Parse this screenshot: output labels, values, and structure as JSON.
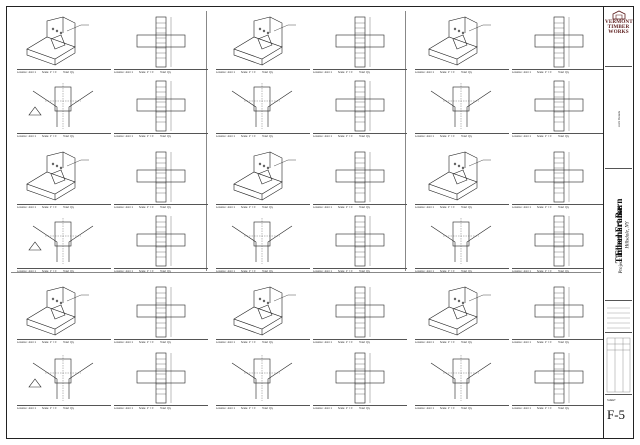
{
  "company": {
    "name_line1": "VERMONT",
    "name_line2": "TIMBER",
    "name_line3": "WORKS",
    "address": [
      "",
      ""
    ]
  },
  "sheet": {
    "section_title": "Joint Details",
    "project_label": "Project:",
    "project_name_1": "Eberhart Barn",
    "project_name_2": "Timber Frame",
    "project_location": "Hillsdale, NY",
    "sheet_label": "SHEET",
    "sheet_number": "F-5"
  },
  "colors": {
    "line": "#222222",
    "grid": "#888888",
    "brand": "#5a1a1a"
  },
  "detail_label": {
    "prefix": "Location: Joint 1",
    "scale": "Scale: 1\" = 1'",
    "qty": "Total: Qty"
  },
  "details": [
    {
      "view": "iso"
    },
    {
      "view": "elev"
    },
    {
      "view": "iso"
    },
    {
      "view": "elev"
    },
    {
      "view": "iso"
    },
    {
      "view": "elev"
    },
    {
      "view": "plan"
    },
    {
      "view": "elev"
    },
    {
      "view": "plan"
    },
    {
      "view": "elev"
    },
    {
      "view": "plan"
    },
    {
      "view": "elev"
    },
    {
      "view": "iso"
    },
    {
      "view": "elev"
    },
    {
      "view": "iso"
    },
    {
      "view": "elev"
    },
    {
      "view": "iso"
    },
    {
      "view": "elev"
    },
    {
      "view": "plan"
    },
    {
      "view": "elev"
    },
    {
      "view": "plan"
    },
    {
      "view": "elev"
    },
    {
      "view": "plan"
    },
    {
      "view": "elev"
    },
    {
      "view": "iso"
    },
    {
      "view": "elev"
    },
    {
      "view": "iso"
    },
    {
      "view": "elev"
    },
    {
      "view": "iso"
    },
    {
      "view": "elev"
    },
    {
      "view": "plan"
    },
    {
      "view": "elev"
    },
    {
      "view": "plan"
    },
    {
      "view": "elev"
    },
    {
      "view": "plan"
    },
    {
      "view": "elev"
    }
  ]
}
